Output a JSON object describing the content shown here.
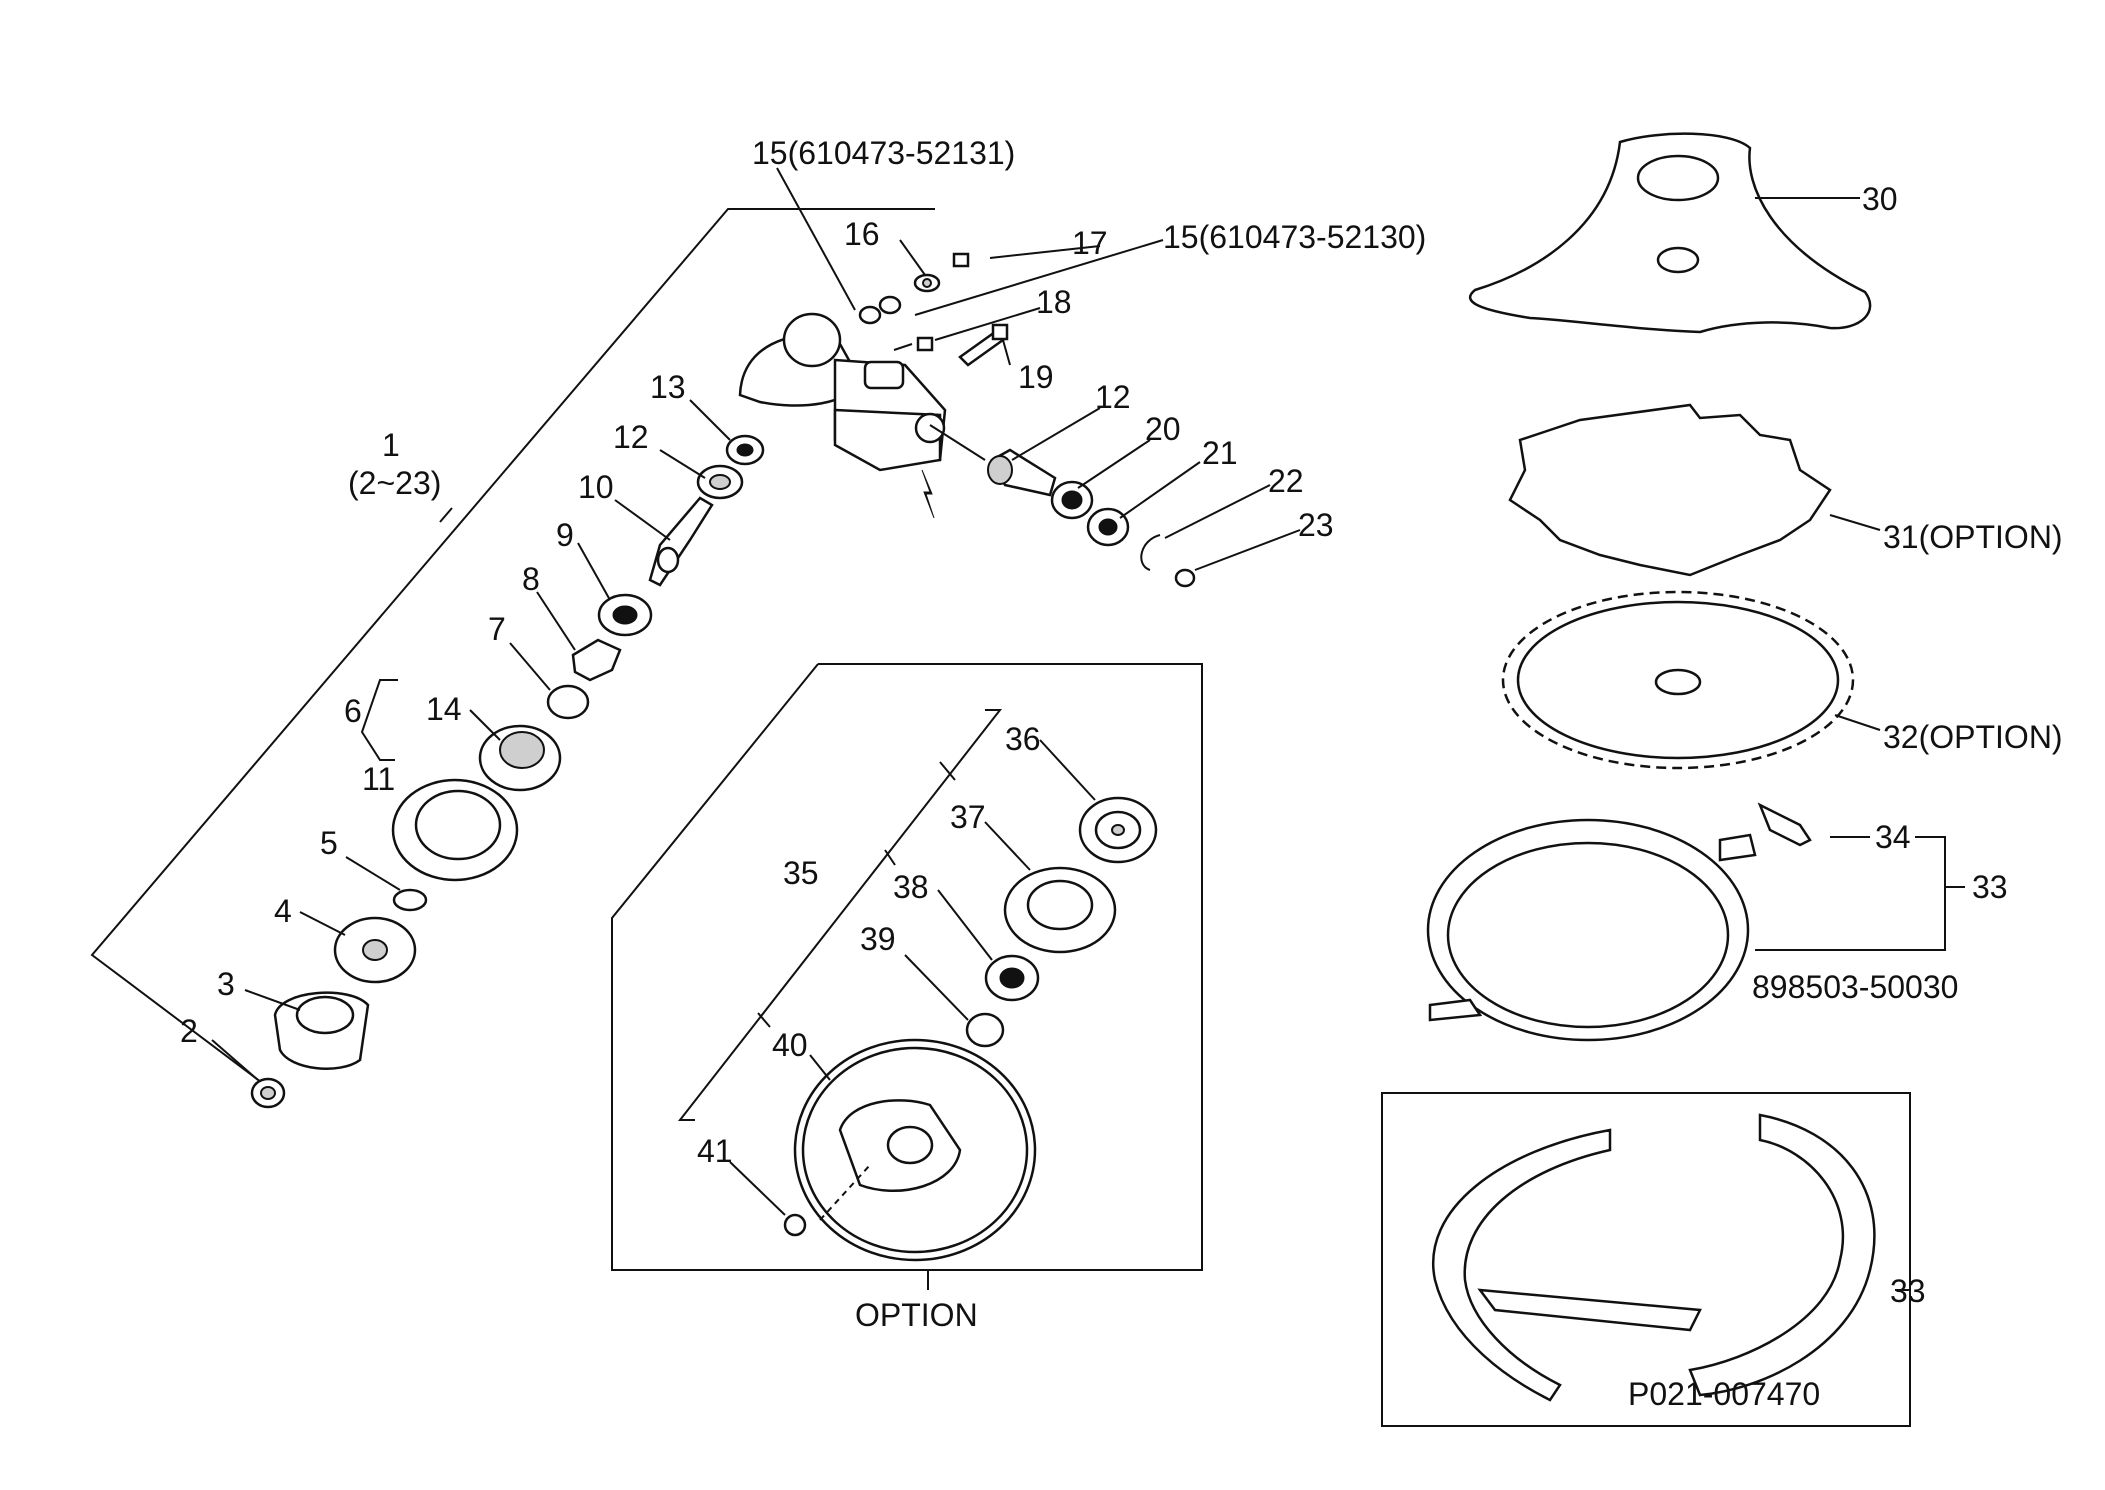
{
  "callouts": {
    "c1": "1",
    "c1_range": "(2~23)",
    "c2": "2",
    "c3": "3",
    "c4": "4",
    "c5": "5",
    "c6": "6",
    "c7": "7",
    "c8": "8",
    "c9": "9",
    "c10": "10",
    "c11": "11",
    "c12a": "12",
    "c12b": "12",
    "c13": "13",
    "c14": "14",
    "c15a": "15(610473-52131)",
    "c15b": "15(610473-52130)",
    "c16": "16",
    "c17": "17",
    "c18": "18",
    "c19": "19",
    "c20": "20",
    "c21": "21",
    "c22": "22",
    "c23": "23",
    "c30": "30",
    "c31": "31(OPTION)",
    "c32": "32(OPTION)",
    "c33a": "33",
    "c33b": "33",
    "c34": "34",
    "c35": "35",
    "c36": "36",
    "c37": "37",
    "c38": "38",
    "c39": "39",
    "c40": "40",
    "c41": "41"
  },
  "labels": {
    "option": "OPTION",
    "guard_part_no": "898503-50030",
    "guard_alt_part_no": "P021-007470"
  },
  "colors": {
    "line": "#111111",
    "background": "#ffffff"
  }
}
